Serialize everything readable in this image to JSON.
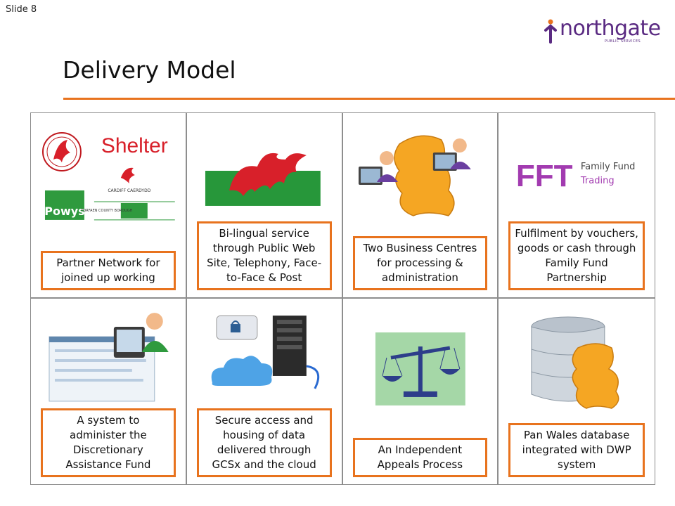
{
  "slide": {
    "number_label": "Slide 8",
    "title": "Delivery Model"
  },
  "logo": {
    "word": "northgate",
    "sub": "PUBLIC SERVICES"
  },
  "colors": {
    "accent": "#e8731e",
    "brand": "#5a2a82",
    "wales_red": "#d8202a",
    "wales_green": "#27973a"
  },
  "cells": [
    {
      "caption": "Partner Network for joined up working",
      "logos": {
        "shelter": "Shelter",
        "cardiff": "CARDIFF CAERDYDD",
        "powys": "Powys",
        "torfaen": "TORFAEN COUNTY BOROUGH"
      },
      "icon": "partner-logos"
    },
    {
      "caption": "Bi-lingual service through Public Web Site, Telephony, Face-to-Face & Post",
      "icon": "welsh-flag-icon"
    },
    {
      "caption": "Two Business Centres for processing & administration",
      "icon": "call-centre-map-icon"
    },
    {
      "caption": "Fulfilment by vouchers, goods or cash through Family Fund Partnership",
      "logos": {
        "fft": "FFT",
        "fft_name1": "Family Fund",
        "fft_name2": "Trading"
      },
      "icon": "fft-logo"
    },
    {
      "caption": "A system to administer the Discretionary Assistance Fund",
      "icon": "computer-user-icon"
    },
    {
      "caption": "Secure access and housing of data delivered through GCSx and the cloud",
      "icon": "cloud-server-icon"
    },
    {
      "caption": "An Independent Appeals Process",
      "icon": "scales-icon"
    },
    {
      "caption": "Pan Wales database integrated with DWP system",
      "icon": "database-icon"
    }
  ]
}
